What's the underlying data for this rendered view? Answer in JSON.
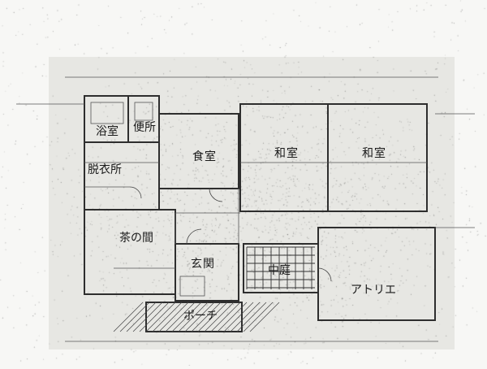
{
  "plan": {
    "rooms": {
      "bath": "浴室",
      "toilet": "便所",
      "washroom": "脱衣所",
      "dining": "食室",
      "washitsu_1": "和室",
      "washitsu_2": "和室",
      "chanoma": "茶の間",
      "genkan": "玄関",
      "nakaniwa": "中庭",
      "atelier": "アトリエ",
      "porch": "ポーチ"
    }
  },
  "colors": {
    "paper": "#f7f7f5",
    "line": "#3a3a3a",
    "label": "#1a1a1a"
  }
}
